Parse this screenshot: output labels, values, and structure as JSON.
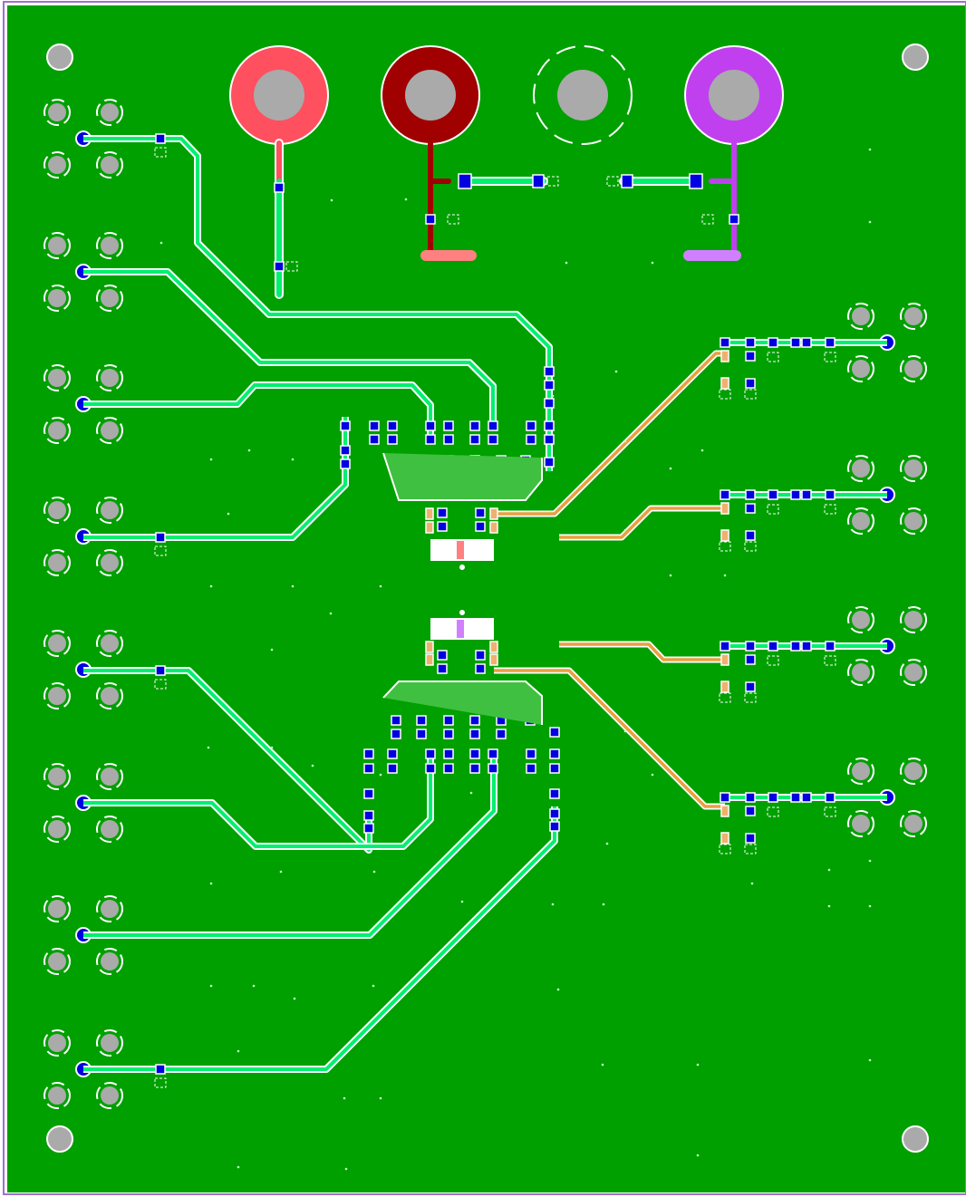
{
  "board": {
    "colors": {
      "copper_fill": "#00a000",
      "board_outline": "#a070d0",
      "trace_green": "#00f070",
      "trace_outline": "#ffffff",
      "pad_blue": "#0000e0",
      "pad_tan": "#f0b070",
      "trace_orange": "#e8a040",
      "via_gray": "#aaaaaa",
      "connector_red": "#ff5060",
      "connector_darkred": "#a00000",
      "connector_purple": "#c040f0",
      "silk_white": "#ffffff"
    },
    "power_connectors": [
      {
        "name": "red-terminal",
        "color_key": "connector_red"
      },
      {
        "name": "darkred-terminal",
        "color_key": "connector_darkred"
      },
      {
        "name": "ground-terminal",
        "color_key": "copper_fill"
      },
      {
        "name": "purple-terminal",
        "color_key": "connector_purple"
      }
    ],
    "left_sma_count": 8,
    "right_sma_count": 4,
    "ic_count": 2,
    "mounting_holes": 4
  }
}
